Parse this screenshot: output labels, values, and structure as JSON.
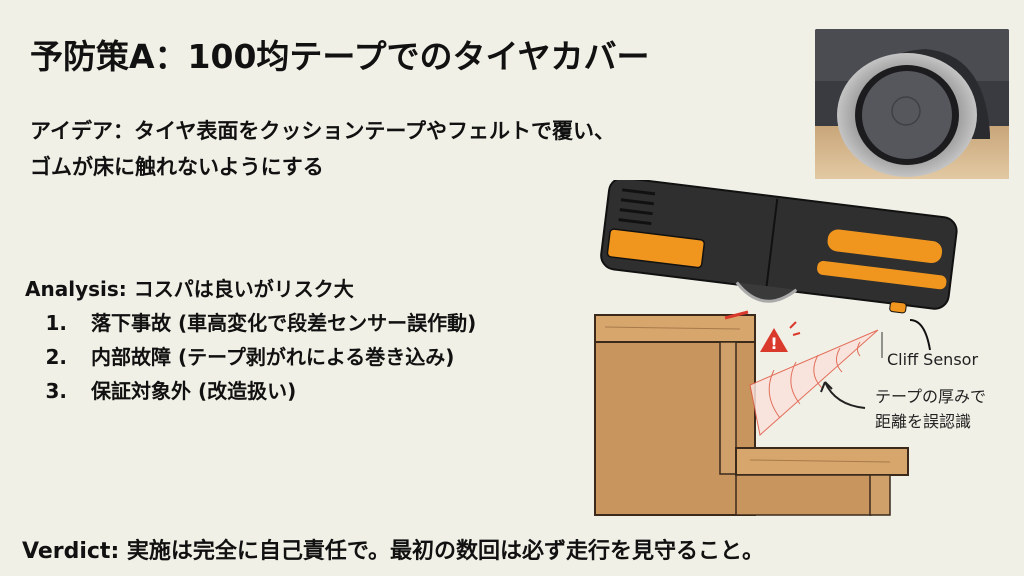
{
  "slide": {
    "title": "予防策A：100均テープでのタイヤカバー",
    "idea": {
      "line1": "アイデア：タイヤ表面をクッションテープやフェルトで覆い、",
      "line2": "ゴムが床に触れないようにする"
    },
    "analysis": {
      "heading": "Analysis: コスパは良いがリスク大",
      "items": [
        {
          "num": "1.",
          "text": "落下事故 (車高変化で段差センサー誤作動)"
        },
        {
          "num": "2.",
          "text": "内部故障 (テープ剥がれによる巻き込み)"
        },
        {
          "num": "3.",
          "text": "保証対象外 (改造扱い)"
        }
      ]
    },
    "verdict": "Verdict: 実施は完全に自己責任で。最初の数回は必ず走行を見守ること。"
  },
  "photo": {
    "subject": "felt-covered robot vacuum wheel"
  },
  "illustration": {
    "sensor_label": "Cliff Sensor",
    "annotation_line1": "テープの厚みで",
    "annotation_line2": "距離を誤認識",
    "colors": {
      "robot_body": "#2f2f2f",
      "accent_orange": "#f0961e",
      "wood": "#c9955e",
      "warning_red": "#d93a2b"
    }
  }
}
